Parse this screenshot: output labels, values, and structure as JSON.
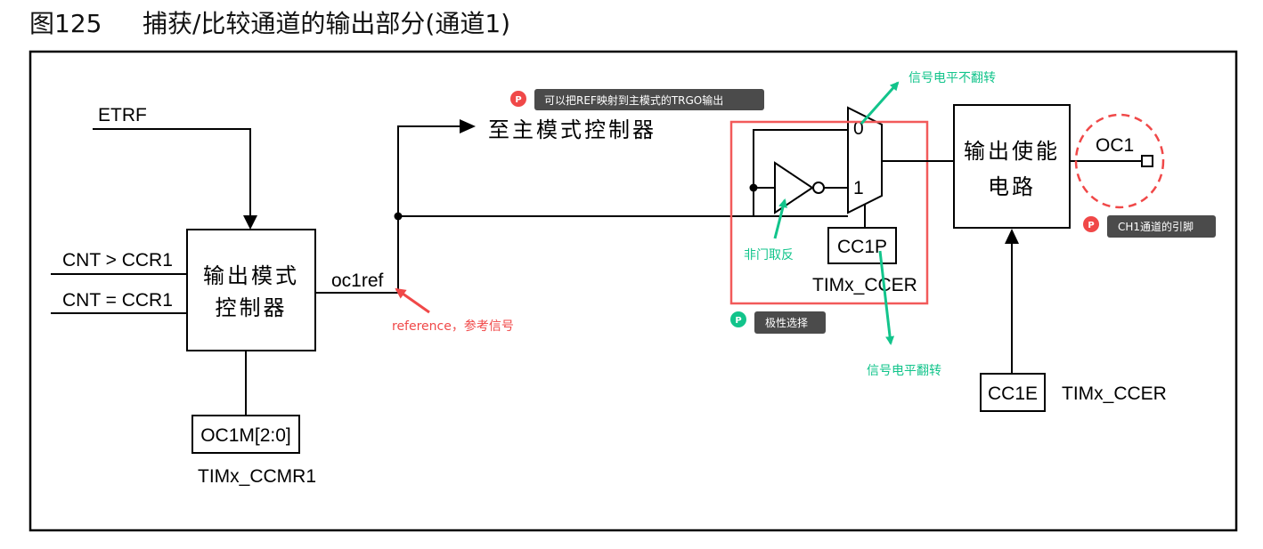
{
  "title": {
    "figure_no": "图125",
    "text": "捕获/比较通道的输出部分(通道1)"
  },
  "blocks": {
    "mode_controller": [
      "输出模式",
      "控制器"
    ],
    "output_enable": [
      "输出使能",
      "电路"
    ],
    "oc1m": "OC1M[2:0]",
    "cc1p": "CC1P",
    "cc1e": "CC1E"
  },
  "signals": {
    "etrf": "ETRF",
    "cnt_gt": "CNT > CCR1",
    "cnt_eq": "CNT = CCR1",
    "oc1ref": "oc1ref",
    "to_master": "至主模式控制器",
    "oc1": "OC1",
    "mux_in0": "0",
    "mux_in1": "1"
  },
  "registers": {
    "ccmr1": "TIMx_CCMR1",
    "ccer_polarity": "TIMx_CCER",
    "ccer_enable": "TIMx_CCER"
  },
  "annotations": {
    "reference": "reference，参考信号",
    "not_gate": "非门取反",
    "no_flip": "信号电平不翻转",
    "flip": "信号电平翻转",
    "trgo_note": "可以把REF映射到主模式的TRGO输出",
    "polarity_note": "极性选择",
    "pin_note": "CH1通道的引脚"
  },
  "colors": {
    "annotation_green": "#12c48b",
    "annotation_red": "#f04848",
    "note_bg": "#4b4b4b",
    "highlight_box": "#f25a5a",
    "circle": "#f04848"
  }
}
